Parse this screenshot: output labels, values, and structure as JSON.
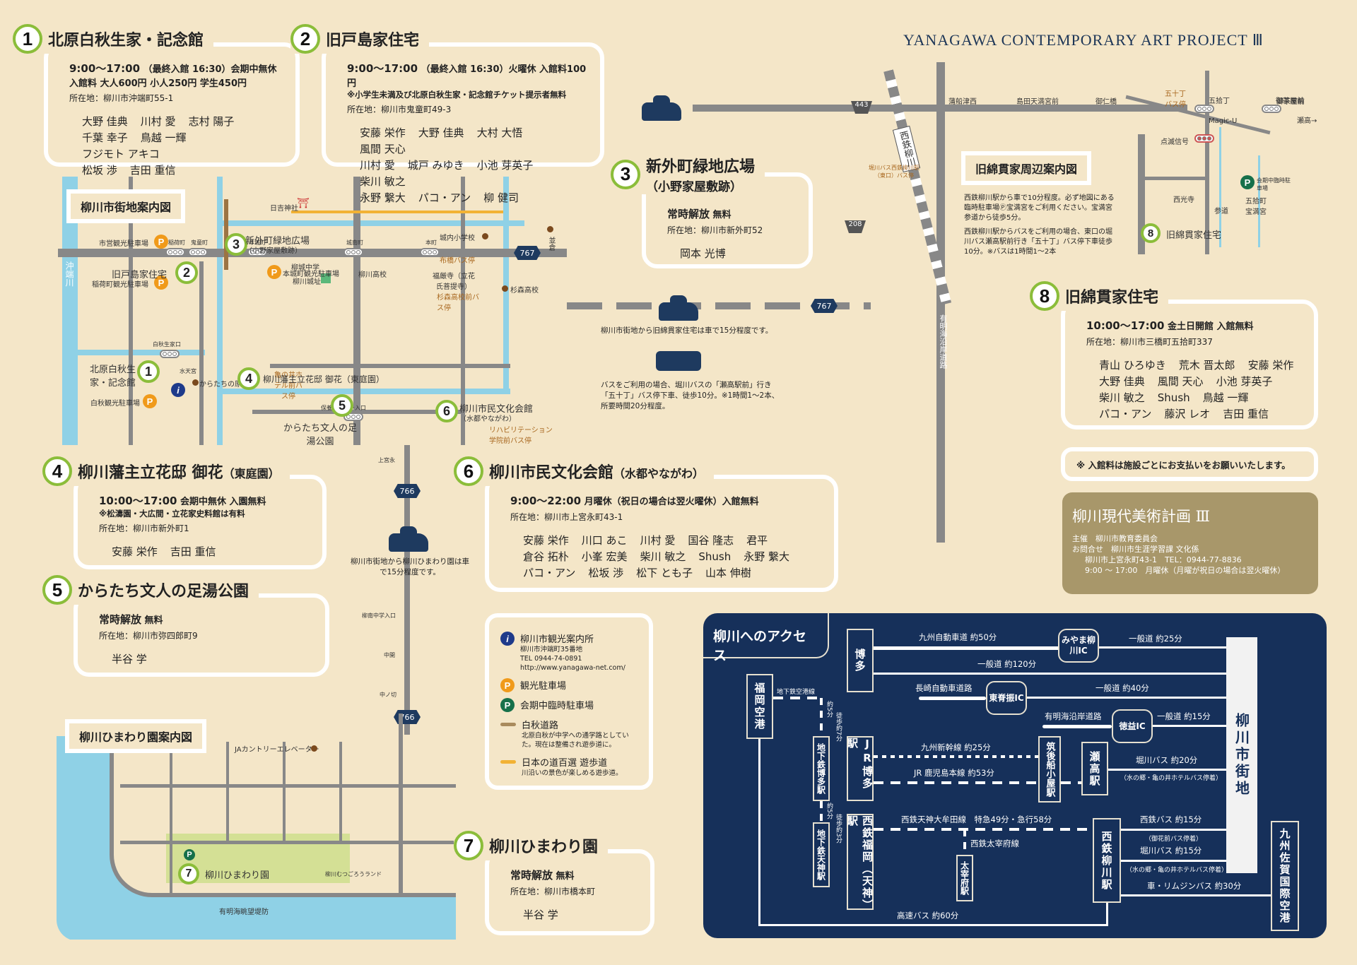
{
  "brand": "YANAGAWA CONTEMPORARY ART PROJECT Ⅲ",
  "venues": [
    {
      "num": "1",
      "title": "北原白秋生家・記念館",
      "hours": "9:00～17:00",
      "hours_note": "（最終入館 16:30）会期中無休",
      "fee": "入館料 大人600円 小人250円 学生450円",
      "address": "所在地：柳川市沖端町55-1",
      "artists": [
        "大野 佳典",
        "川村 愛",
        "志村 陽子",
        "千葉 幸子",
        "鳥越 一輝",
        "フジモト アキコ",
        "松坂 渉",
        "吉田 重信"
      ]
    },
    {
      "num": "2",
      "title": "旧戸島家住宅",
      "hours": "9:00～17:00",
      "hours_note": "（最終入館 16:30）火曜休 入館料100円",
      "fee": "※小学生未満及び北原白秋生家・記念館チケット提示者無料",
      "address": "所在地：柳川市鬼童町49-3",
      "artists": [
        "安藤 栄作",
        "大野 佳典",
        "大村 大悟",
        "風間 天心",
        "川村 愛",
        "城戸 みゆき",
        "小池 芽英子",
        "柴川 敏之",
        "永野 繋大",
        "パコ・アン",
        "柳 健司"
      ]
    },
    {
      "num": "3",
      "title": "新外町緑地広場",
      "subtitle": "（小野家屋敷跡）",
      "hours": "常時解放",
      "hours_note": "無料",
      "address": "所在地：柳川市新外町52",
      "artists": [
        "岡本 光博"
      ]
    },
    {
      "num": "4",
      "title": "柳川藩主立花邸 御花",
      "subtitle": "（東庭園）",
      "hours": "10:00～17:00",
      "hours_note": "会期中無休 入園無料",
      "fee": "※松濤園・大広間・立花家史料館は有料",
      "address": "所在地：柳川市新外町1",
      "artists": [
        "安藤 栄作",
        "吉田 重信"
      ]
    },
    {
      "num": "5",
      "title": "からたち文人の足湯公園",
      "hours": "常時解放",
      "hours_note": "無料",
      "address": "所在地：柳川市弥四郎町9",
      "artists": [
        "半谷 学"
      ]
    },
    {
      "num": "6",
      "title": "柳川市民文化会館",
      "subtitle": "（水都やながわ）",
      "hours": "9:00～22:00",
      "hours_note": "月曜休（祝日の場合は翌火曜休）入館無料",
      "address": "所在地：柳川市上宮永町43-1",
      "artists": [
        "安藤 栄作",
        "川口 あこ",
        "川村 愛",
        "国谷 隆志",
        "君平",
        "倉谷 拓朴",
        "小峯 宏美",
        "柴川 敏之",
        "Shush",
        "永野 繋大",
        "パコ・アン",
        "松坂 渉",
        "松下 とも子",
        "山本 伸樹"
      ]
    },
    {
      "num": "7",
      "title": "柳川ひまわり園",
      "hours": "常時解放",
      "hours_note": "無料",
      "address": "所在地：柳川市橋本町",
      "artists": [
        "半谷 学"
      ]
    },
    {
      "num": "8",
      "title": "旧綿貫家住宅",
      "hours": "10:00～17:00",
      "hours_note": "金土日開館 入館無料",
      "address": "所在地：柳川市三橋町五拾町337",
      "artists": [
        "青山 ひろゆき",
        "荒木 晋太郎",
        "安藤 栄作",
        "大野 佳典",
        "風間 天心",
        "小池 芽英子",
        "柴川 敏之",
        "Shush",
        "鳥越 一輝",
        "パコ・アン",
        "藤沢 レオ",
        "吉田 重信"
      ]
    }
  ],
  "maps": {
    "city_title": "柳川市街地案内図",
    "himawari_title": "柳川ひまわり園案内図",
    "watanuki_title": "旧綿貫家周辺案内図",
    "watanuki_desc1": "西鉄柳川駅から車で10分程度。必ず地図にある臨時駐車場Ⓟ宝満宮をご利用ください。宝満宮参道から徒歩5分。",
    "watanuki_desc2": "西鉄柳川駅からバスをご利用の場合、東口の堀川バス瀬高駅前行き「五十丁」バス停下車徒歩10分。※バスは1時間1～2本",
    "car_note1": "柳川市街地から旧綿貫家住宅は車で15分程度です。",
    "bus_note": "バスをご利用の場合、堀川バスの「瀬高駅前」行き「五十丁」バス停下車、徒歩10分。※1時間1～2本、所要時間20分程度。",
    "car_note2": "柳川市街地から柳川ひまわり園は車で15分程度です。",
    "city_labels": {
      "river": "沖端川",
      "shrine": "日吉神社",
      "p1": "市営観光駐車場",
      "p2": "稲荷町観光駐車場",
      "p3": "白秋観光駐車場",
      "p4": "本城町観光駐車場",
      "sig1": "稲荷町",
      "sig2": "鬼童町",
      "sig3": "本城町",
      "sig4": "城南町",
      "sig5": "本町",
      "sig6": "白秋生家口",
      "sig7": "保養センター入口",
      "sch1": "柳城中学",
      "castle": "柳川城址",
      "sch2": "柳川高校",
      "sch3": "城内小学校",
      "sch4": "杉森高校",
      "temple": "福厳寺（立花氏菩提寺）",
      "bus1": "布橋バス停",
      "bus2": "杉森高校前バス停",
      "bus3": "亀の井ホテル前バス停",
      "bus4": "リハビリテーション学院前バス停",
      "tree": "からたちの原木",
      "suiten": "水天宮",
      "kura": "並倉",
      "r767": "767",
      "m1": "北原白秋生家・記念館",
      "m2": "旧戸島家住宅",
      "m3": "新外町緑地広場",
      "m3b": "（小野家屋敷跡）",
      "m4": "柳川藩主立花邸 御花（東庭園）",
      "m5": "からたち文人の足湯公園",
      "m6": "柳川市民文化会館",
      "m6b": "（水都やながわ）"
    },
    "route_labels": {
      "r443": "443",
      "r208": "208",
      "r767": "767",
      "r766": "766",
      "rail": "西鉄柳川",
      "coast": "有明海沿岸道路",
      "busstop": "堀川バス西鉄柳川駅（東口）バス停",
      "sig_a": "蒲船津西",
      "sig_b": "島田天満宮前",
      "sig_c": "御仁橋",
      "sig_d": "五拾丁",
      "sig_e": "御茶屋前",
      "kamiya": "上宮永",
      "yanagawa_jh": "柳南中学入口",
      "nakacho": "中開",
      "nakanokiri": "中ノ切"
    },
    "watanuki_labels": {
      "bus": "五十丁バス停",
      "sig": "五拾丁",
      "magic": "Magic-U",
      "blink": "点滅信号",
      "parking": "会期中臨時駐車場",
      "temple": "西光寺",
      "sando": "参道",
      "shrine": "五拾町宝満宮",
      "setaka": "瀬高→",
      "ochaya": "御茶屋前",
      "venue": "旧綿貫家住宅"
    },
    "himawari_labels": {
      "ja": "JAカントリーエレベーター",
      "mutsugoro": "柳川むつごろうランド",
      "levee": "有明海眺望堤防",
      "venue": "柳川ひまわり園"
    }
  },
  "legend": {
    "info_title": "柳川市観光案内所",
    "info_addr": "柳川市沖端町35番地",
    "info_tel": "TEL 0944-74-0891",
    "info_url": "http://www.yanagawa-net.com/",
    "p_tourist": "観光駐車場",
    "p_temp": "会期中臨時駐車場",
    "hakushu": "白秋道路",
    "hakushu_desc": "北原白秋が中学への通学路としていた。現在は整備され遊歩道に。",
    "hyakusen": "日本の道百選 遊歩道",
    "hyakusen_desc": "川沿いの景色が楽しめる遊歩道。"
  },
  "fee_note": "※ 入館料は施設ごとにお支払いをお願いいたします。",
  "organizer": {
    "title": "柳川現代美術計画 Ⅲ",
    "host": "主催　柳川市教育委員会",
    "contact": "お問合せ　柳川市生涯学習課 文化係",
    "addr": "柳川市上宮永町43-1　TEL：0944-77-8836",
    "hours": "9:00 ～ 17:00　月曜休（月曜が祝日の場合は翌火曜休）"
  },
  "access": {
    "title": "柳川へのアクセス",
    "stations": {
      "hakata": "博多",
      "fukuoka_airport": "福岡空港",
      "subway_hakata": "地下鉄博多駅",
      "jr_hakata": "JR博多駅",
      "subway_tenjin": "地下鉄天神駅",
      "nishitetsu_fukuoka": "西鉄福岡（天神）駅",
      "dazaifu": "太宰府駅",
      "chikugo": "筑後船小屋駅",
      "setaka": "瀬高駅",
      "nishitetsu_yanagawa": "西鉄柳川駅",
      "yanagawa_city": "柳川市街地",
      "saga_airport": "九州佐賀国際空港"
    },
    "ics": {
      "miyama": "みやま柳川IC",
      "higashisefuri": "東脊振IC",
      "tokumasu": "徳益IC"
    },
    "routes": {
      "kyushu_exp": "九州自動車道 約50分",
      "general25": "一般道 約25分",
      "general120": "一般道 約120分",
      "nagasaki_exp": "長崎自動車道路",
      "general40": "一般道 約40分",
      "ariake": "有明海沿岸道路",
      "general15": "一般道 約15分",
      "shinkansen": "九州新幹線 約25分",
      "kagoshima": "JR 鹿児島本線 約53分",
      "horikawa20": "堀川バス 約20分",
      "horikawa20_note": "（水の郷・亀の井ホテルバス停着）",
      "tenjin_omuta": "西鉄天神大牟田線　特急49分・急行58分",
      "dazaifu_line": "西鉄太宰府線",
      "nishitetsu_bus": "西鉄バス 約15分",
      "nishitetsu_bus_note": "（御花前バス停着）",
      "horikawa15": "堀川バス 約15分",
      "horikawa15_note": "（水の郷・亀の井ホテルバス停着）",
      "limo": "車・リムジンバス 約30分",
      "highway_bus": "高速バス 約60分",
      "subway_airport": "地下鉄空港線",
      "min5a": "約5分",
      "walk7": "徒歩約7分",
      "min5b": "約5分",
      "walk3": "徒歩約3分"
    }
  }
}
